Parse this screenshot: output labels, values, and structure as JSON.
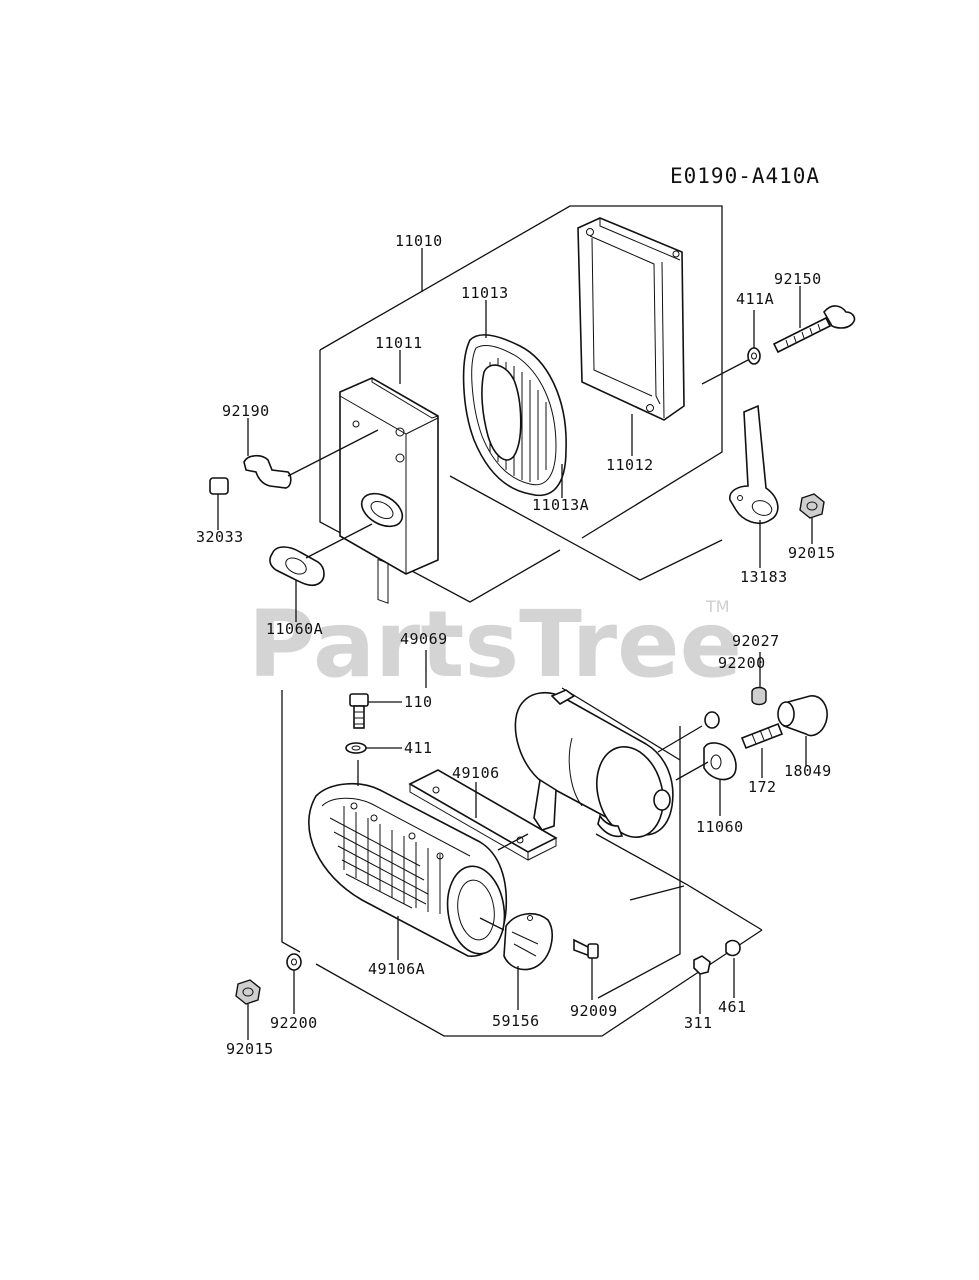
{
  "diagram_code": "E0190-A410A",
  "watermark": {
    "text": "PartsTree",
    "trademark": "TM"
  },
  "parts": {
    "p11010": "11010",
    "p11013": "11013",
    "p11011": "11011",
    "p92190": "92190",
    "p32033": "32033",
    "p11060A": "11060A",
    "p11013A": "11013A",
    "p11012": "11012",
    "p411A": "411A",
    "p92150": "92150",
    "p13183": "13183",
    "p92015_top": "92015",
    "p49069": "49069",
    "p110": "110",
    "p411": "411",
    "p49106": "49106",
    "p92027": "92027",
    "p92200_top": "92200",
    "p172": "172",
    "p18049": "18049",
    "p11060": "11060",
    "p49106A": "49106A",
    "p59156": "59156",
    "p92009": "92009",
    "p311": "311",
    "p461": "461",
    "p92200_bottom": "92200",
    "p92015_bottom": "92015"
  }
}
